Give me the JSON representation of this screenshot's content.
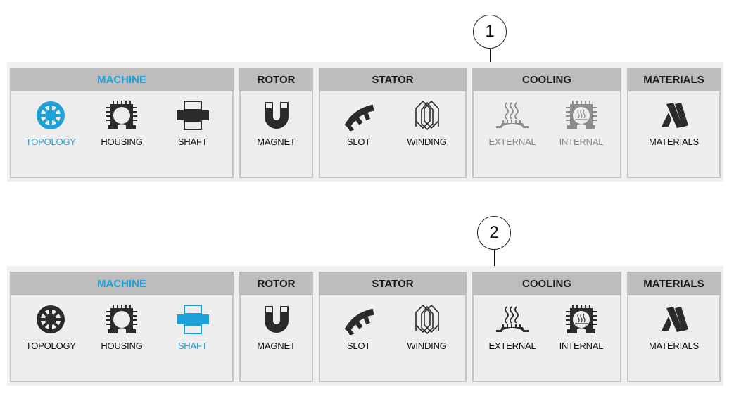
{
  "colors": {
    "accent": "#1ea0d8",
    "icon_default": "#2b2b2b",
    "icon_disabled": "#8c8c8c",
    "header_bg": "#bdbdbd",
    "panel_bg": "#eeeeee"
  },
  "ribbons": [
    {
      "callout": "1",
      "groups": [
        {
          "title": "MACHINE",
          "title_active": true,
          "items": [
            {
              "label": "TOPOLOGY",
              "icon": "topology-icon",
              "state": "active"
            },
            {
              "label": "HOUSING",
              "icon": "housing-icon",
              "state": "normal"
            },
            {
              "label": "SHAFT",
              "icon": "shaft-icon",
              "state": "normal"
            }
          ]
        },
        {
          "title": "ROTOR",
          "title_active": false,
          "items": [
            {
              "label": "MAGNET",
              "icon": "magnet-icon",
              "state": "normal"
            }
          ]
        },
        {
          "title": "STATOR",
          "title_active": false,
          "items": [
            {
              "label": "SLOT",
              "icon": "slot-icon",
              "state": "normal"
            },
            {
              "label": "WINDING",
              "icon": "winding-icon",
              "state": "normal"
            }
          ]
        },
        {
          "title": "COOLING",
          "title_active": false,
          "items": [
            {
              "label": "EXTERNAL",
              "icon": "external-cooling-icon",
              "state": "disabled"
            },
            {
              "label": "INTERNAL",
              "icon": "internal-cooling-icon",
              "state": "disabled"
            }
          ]
        },
        {
          "title": "MATERIALS",
          "title_active": false,
          "items": [
            {
              "label": "MATERIALS",
              "icon": "materials-icon",
              "state": "normal"
            }
          ]
        }
      ]
    },
    {
      "callout": "2",
      "groups": [
        {
          "title": "MACHINE",
          "title_active": true,
          "items": [
            {
              "label": "TOPOLOGY",
              "icon": "topology-icon",
              "state": "normal"
            },
            {
              "label": "HOUSING",
              "icon": "housing-icon",
              "state": "normal"
            },
            {
              "label": "SHAFT",
              "icon": "shaft-icon",
              "state": "active"
            }
          ]
        },
        {
          "title": "ROTOR",
          "title_active": false,
          "items": [
            {
              "label": "MAGNET",
              "icon": "magnet-icon",
              "state": "normal"
            }
          ]
        },
        {
          "title": "STATOR",
          "title_active": false,
          "items": [
            {
              "label": "SLOT",
              "icon": "slot-icon",
              "state": "normal"
            },
            {
              "label": "WINDING",
              "icon": "winding-icon",
              "state": "normal"
            }
          ]
        },
        {
          "title": "COOLING",
          "title_active": false,
          "items": [
            {
              "label": "EXTERNAL",
              "icon": "external-cooling-icon",
              "state": "normal"
            },
            {
              "label": "INTERNAL",
              "icon": "internal-cooling-icon",
              "state": "normal"
            }
          ]
        },
        {
          "title": "MATERIALS",
          "title_active": false,
          "items": [
            {
              "label": "MATERIALS",
              "icon": "materials-icon",
              "state": "normal"
            }
          ]
        }
      ]
    }
  ]
}
